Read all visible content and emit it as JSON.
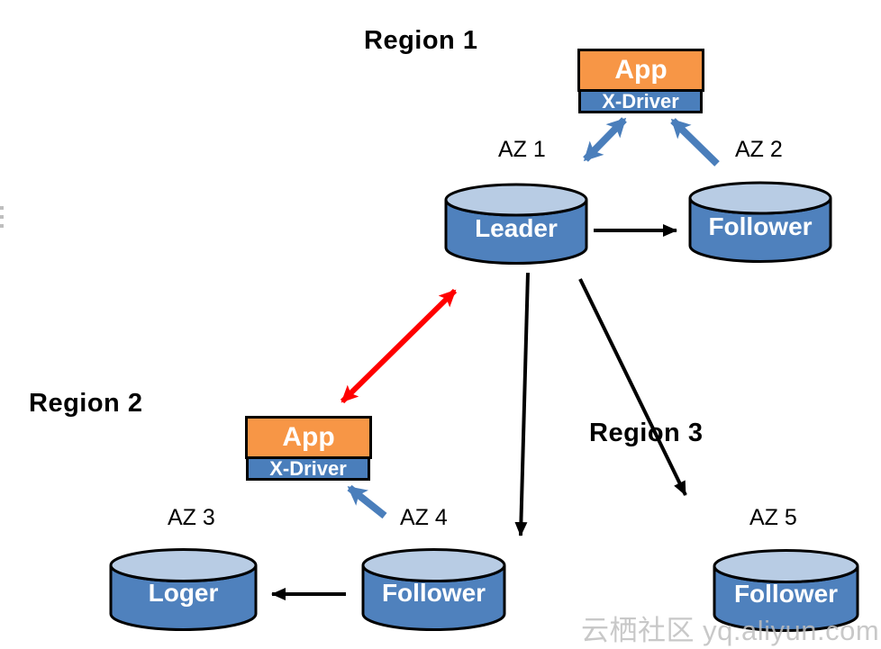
{
  "regions": {
    "region1": {
      "label": "Region 1"
    },
    "region2": {
      "label": "Region 2"
    },
    "region3": {
      "label": "Region 3"
    }
  },
  "az": {
    "az1": "AZ 1",
    "az2": "AZ 2",
    "az3": "AZ 3",
    "az4": "AZ 4",
    "az5": "AZ 5"
  },
  "apps": {
    "region1": {
      "app_label": "App",
      "driver_label": "X-Driver"
    },
    "region2": {
      "app_label": "App",
      "driver_label": "X-Driver"
    }
  },
  "nodes": {
    "leader": {
      "label": "Leader",
      "az": "AZ 1",
      "region": "Region 1"
    },
    "follower_az2": {
      "label": "Follower",
      "az": "AZ 2",
      "region": "Region 1"
    },
    "loger": {
      "label": "Loger",
      "az": "AZ 3",
      "region": "Region 2"
    },
    "follower_az4": {
      "label": "Follower",
      "az": "AZ 4",
      "region": "Region 2"
    },
    "follower_az5": {
      "label": "Follower",
      "az": "AZ 5",
      "region": "Region 3"
    }
  },
  "edges": [
    {
      "from": "x-driver-region1",
      "to": "leader",
      "color": "blue",
      "bidirectional": true
    },
    {
      "from": "follower-az2",
      "to": "x-driver-region1",
      "color": "blue",
      "bidirectional": false
    },
    {
      "from": "leader",
      "to": "follower-az2",
      "color": "black",
      "bidirectional": false
    },
    {
      "from": "leader",
      "to": "app-region2",
      "color": "red",
      "bidirectional": true
    },
    {
      "from": "leader",
      "to": "follower-az4",
      "color": "black",
      "bidirectional": false
    },
    {
      "from": "leader",
      "to": "follower-az5",
      "color": "black",
      "bidirectional": false
    },
    {
      "from": "follower-az4",
      "to": "loger",
      "color": "black",
      "bidirectional": false
    },
    {
      "from": "follower-az4",
      "to": "x-driver-region2",
      "color": "blue",
      "bidirectional": false
    }
  ],
  "colors": {
    "app_orange": "#F79646",
    "driver_blue": "#4A7EBB",
    "cylinder_body": "#4F81BD",
    "cylinder_top": "#B8CCE4",
    "arrow_blue": "#4A7EBB",
    "arrow_red": "#FF0000",
    "arrow_black": "#000000",
    "outline": "#000000"
  },
  "watermark": {
    "text": "云栖社区 yq.aliyun.com"
  }
}
